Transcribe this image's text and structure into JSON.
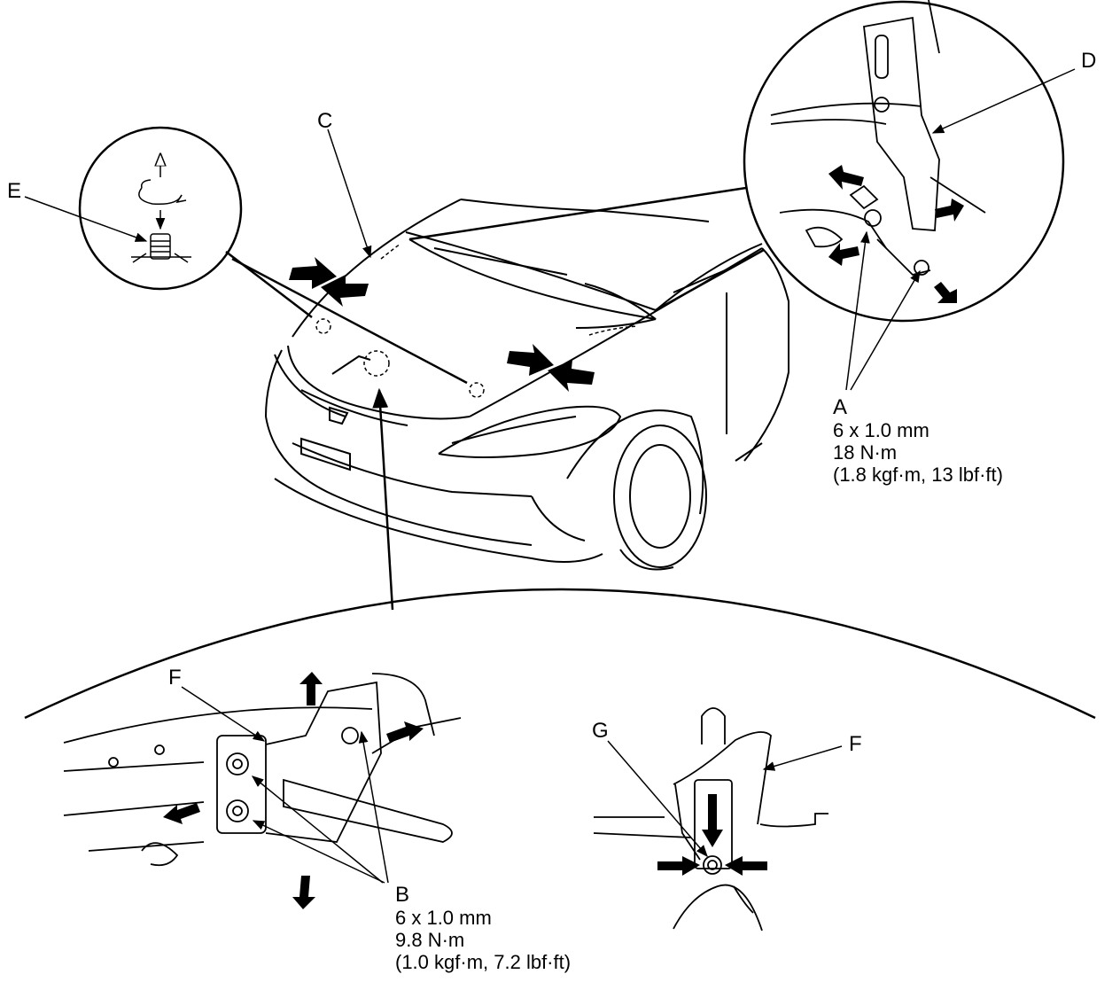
{
  "labels": {
    "A": "A",
    "B": "B",
    "C": "C",
    "D": "D",
    "E": "E",
    "F_left": "F",
    "F_right": "F",
    "G": "G"
  },
  "spec_a": {
    "thread": "6 x 1.0 mm",
    "torque": "18 N·m",
    "torque_alt": "(1.8 kgf·m, 13 lbf·ft)"
  },
  "spec_b": {
    "thread": "6 x 1.0 mm",
    "torque": "9.8 N·m",
    "torque_alt": "(1.0 kgf·m, 7.2 lbf·ft)"
  },
  "colors": {
    "line": "#000000",
    "paper": "#ffffff"
  }
}
